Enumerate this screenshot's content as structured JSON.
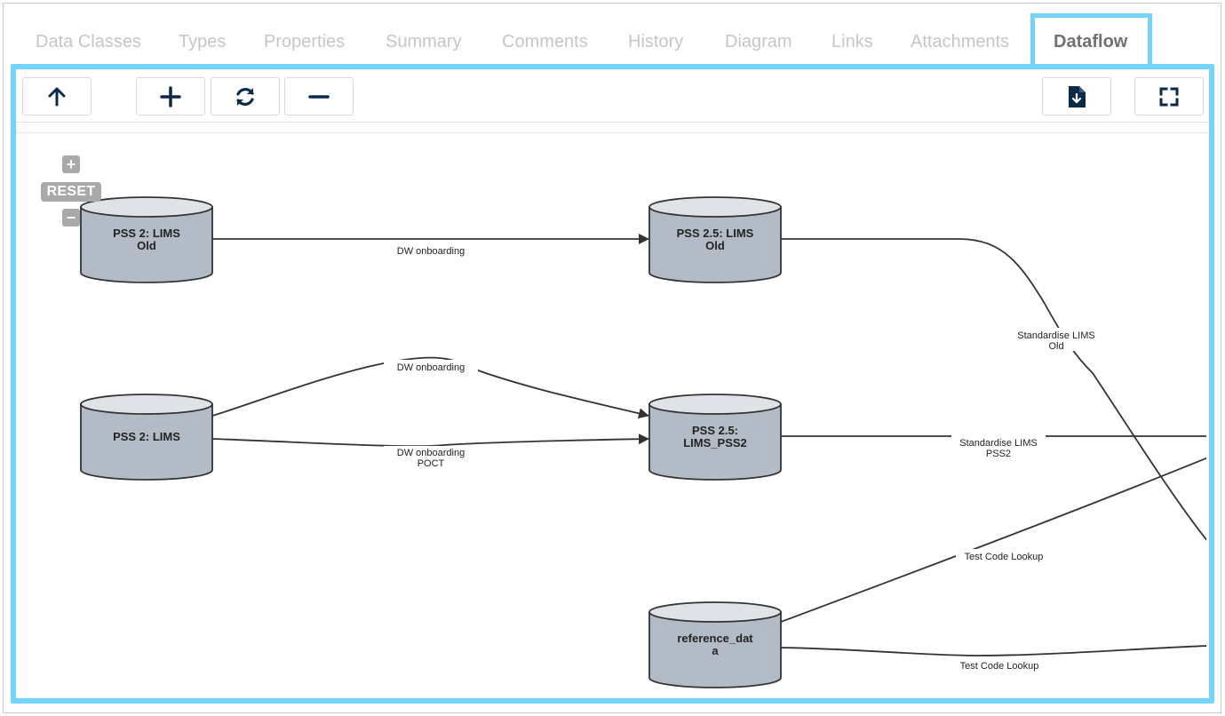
{
  "tabs": [
    {
      "label": "Data Classes"
    },
    {
      "label": "Types"
    },
    {
      "label": "Properties"
    },
    {
      "label": "Summary"
    },
    {
      "label": "Comments"
    },
    {
      "label": "History"
    },
    {
      "label": "Diagram"
    },
    {
      "label": "Links"
    },
    {
      "label": "Attachments"
    },
    {
      "label": "Dataflow"
    }
  ],
  "active_tab": "Dataflow",
  "toolbar": {
    "up_icon": "arrow-up-icon",
    "add_icon": "plus-icon",
    "refresh_icon": "refresh-icon",
    "remove_icon": "minus-icon",
    "download_icon": "file-download-icon",
    "fullscreen_icon": "fullscreen-icon"
  },
  "zoom": {
    "plus": "+",
    "reset": "RESET",
    "minus": "−"
  },
  "nodes": [
    {
      "id": "lims_old",
      "line1": "PSS 2: LIMS",
      "line2": "Old"
    },
    {
      "id": "lims",
      "line1": "PSS 2: LIMS",
      "line2": ""
    },
    {
      "id": "lims25_old",
      "line1": "PSS 2.5: LIMS",
      "line2": "Old"
    },
    {
      "id": "lims25_pss2",
      "line1": "PSS 2.5:",
      "line2": "LIMS_PSS2"
    },
    {
      "id": "refdata",
      "line1": "reference_dat",
      "line2": "a"
    }
  ],
  "edges": [
    {
      "id": "e1",
      "line1": "DW onboarding",
      "line2": ""
    },
    {
      "id": "e2",
      "line1": "DW onboarding",
      "line2": ""
    },
    {
      "id": "e3",
      "line1": "DW onboarding",
      "line2": "POCT"
    },
    {
      "id": "e4",
      "line1": "Standardise LIMS",
      "line2": "Old"
    },
    {
      "id": "e5",
      "line1": "Standardise LIMS",
      "line2": "PSS2"
    },
    {
      "id": "e6",
      "line1": "Test Code Lookup",
      "line2": ""
    },
    {
      "id": "e7",
      "line1": "Test Code Lookup",
      "line2": ""
    }
  ],
  "colors": {
    "accent": "#74d3fb",
    "node_fill": "#b3bcc6",
    "node_top": "#dfe3e7",
    "tab_inactive": "#c6c6c6",
    "tab_active": "#717171",
    "icon": "#0b2a4a"
  }
}
